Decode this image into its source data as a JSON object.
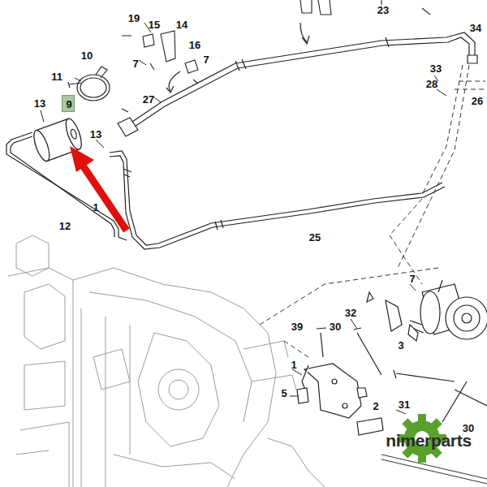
{
  "diagram": {
    "nodes": [
      {
        "text": [
          "9"
        ]
      }
    ],
    "labels": [
      "19",
      "15",
      "14",
      "23",
      "34",
      "10",
      "16",
      "7",
      "7",
      "11",
      "27",
      "33",
      "28",
      "26",
      "13",
      "13",
      "12",
      "1",
      "25",
      "7",
      "32",
      "39",
      "30",
      "3",
      "1",
      "5",
      "2",
      "31",
      "30",
      "nimerparts"
    ]
  }
}
